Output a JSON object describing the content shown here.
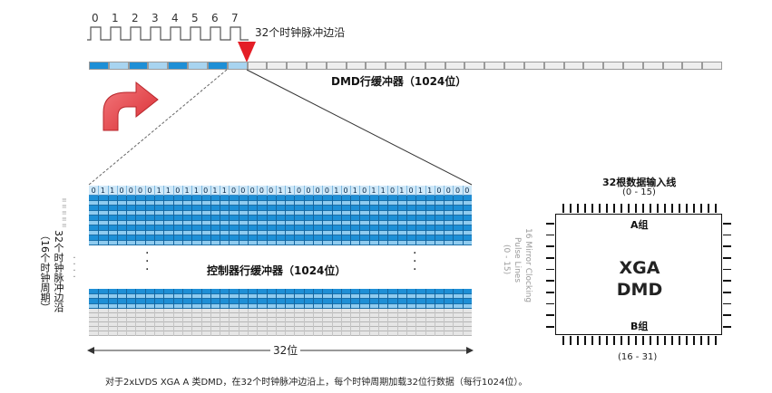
{
  "clock": {
    "bit_labels": [
      "0",
      "1",
      "2",
      "3",
      "4",
      "5",
      "6",
      "7"
    ],
    "edge_label": "32个时钟脉冲边沿"
  },
  "dmd_row_buffer": {
    "label": "DMD行缓冲器（1024位）",
    "cells": 32,
    "filled_cells": 8,
    "fill_color": "#1e8fd6",
    "light_color": "#a8d4f0",
    "empty_color": "#eeeeee"
  },
  "controller_buffer": {
    "label": "控制器行缓冲器（1024位）",
    "first_row_bits": "01100001101101100000110000101011010110000",
    "width_label": "32位",
    "side_label_main": "32个时钟脉冲边沿",
    "side_label_sub": "（16个时钟周期）",
    "dark_color": "#1e8fd6",
    "light_color": "#8fcbef",
    "gray_color": "#e6e6e6"
  },
  "dmd_chip": {
    "top_label": "32根数据输入线",
    "top_range": "(0 - 15)",
    "group_a": "A组",
    "title_line1": "XGA",
    "title_line2": "DMD",
    "group_b": "B组",
    "bottom_range": "(16 - 31)",
    "side_label_line1": "16 Mirror Clocking",
    "side_label_line2": "Pulse Lines",
    "side_label_line3": "(0 - 15)"
  },
  "caption": "对于2xLVDS XGA A 类DMD，在32个时钟脉冲边沿上，每个时钟周期加载32位行数据（每行1024位）。",
  "icons": {
    "arrow": "curved-arrow-icon",
    "marker": "triangle-marker-icon"
  },
  "colors": {
    "arrow_red": "#e8383d",
    "marker_red": "#e41e26"
  }
}
